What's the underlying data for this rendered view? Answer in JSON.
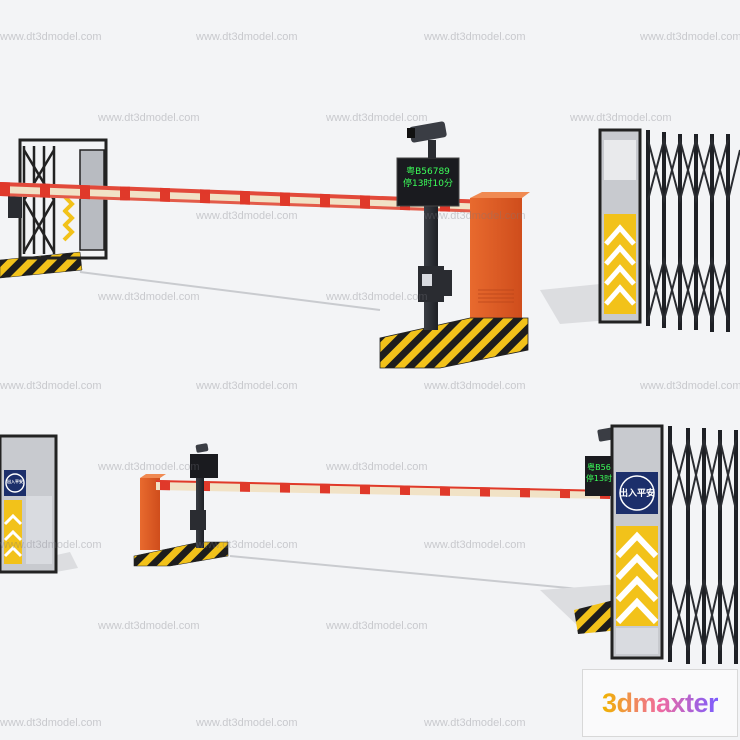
{
  "watermark": "www.dt3dmodel.com",
  "brand_logo": "3dmaxter",
  "led_display": {
    "large": {
      "line1": "粤B56789",
      "line2": "停13时10分"
    },
    "small": {
      "line1": "粤B56",
      "line2": "停13时"
    }
  },
  "gate_sign": {
    "text": "出入平安",
    "small_text": "出入平安"
  },
  "colors": {
    "background": "#f3f4f6",
    "barrier_arm_red": "#e0392a",
    "barrier_arm_light": "#f1e2c6",
    "cabinet_orange": "#e55a24",
    "hazard_yellow": "#f2c21a",
    "hazard_black": "#1d1d1d",
    "frame_dark": "#2a2c31",
    "led_green": "#3cff5a",
    "sign_blue": "#1c2f6b"
  }
}
